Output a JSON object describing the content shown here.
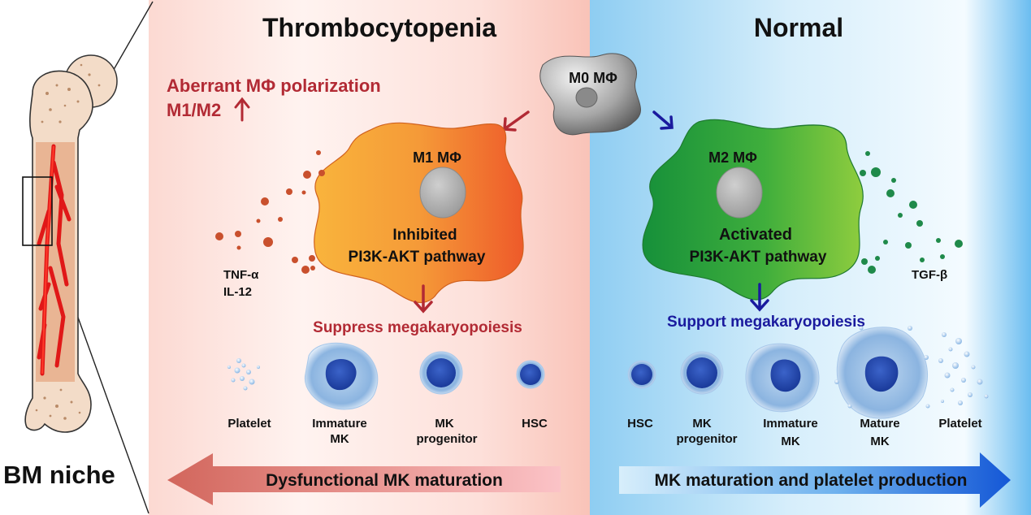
{
  "niche_label": "BM niche",
  "left_panel": {
    "title": "Thrombocytopenia",
    "aberrant_line1": "Aberrant MΦ polarization",
    "aberrant_line2": "M1/M2",
    "m1_label": "M1 MΦ",
    "pathway_line1": "Inhibited",
    "pathway_line2": "PI3K-AKT pathway",
    "cytokine_line1": "TNF-α",
    "cytokine_line2": "IL-12",
    "effect": "Suppress megakaryopoiesis",
    "cells": [
      {
        "label1": "Platelet",
        "label2": ""
      },
      {
        "label1": "Immature",
        "label2": "MK"
      },
      {
        "label1": "MK",
        "label2": "progenitor"
      },
      {
        "label1": "HSC",
        "label2": ""
      }
    ],
    "arrow_label": "Dysfunctional MK maturation"
  },
  "center": {
    "m0_label": "M0 MΦ"
  },
  "right_panel": {
    "title": "Normal",
    "m2_label": "M2 MΦ",
    "pathway_line1": "Activated",
    "pathway_line2": "PI3K-AKT pathway",
    "cytokine": "TGF-β",
    "effect": "Support megakaryopoiesis",
    "cells": [
      {
        "label1": "HSC",
        "label2": ""
      },
      {
        "label1": "MK",
        "label2": "progenitor"
      },
      {
        "label1": "Immature",
        "label2": "MK"
      },
      {
        "label1": "Mature",
        "label2": "MK"
      },
      {
        "label1": "Platelet",
        "label2": ""
      }
    ],
    "arrow_label": "MK maturation and platelet production"
  },
  "colors": {
    "thrombo_red": "#b22a34",
    "normal_blue": "#1a1a9e",
    "m1_orange": "#f2732a",
    "m2_green": "#3aa63a",
    "cytokine_red": "#c9502d",
    "cytokine_green": "#1f8a4a"
  }
}
